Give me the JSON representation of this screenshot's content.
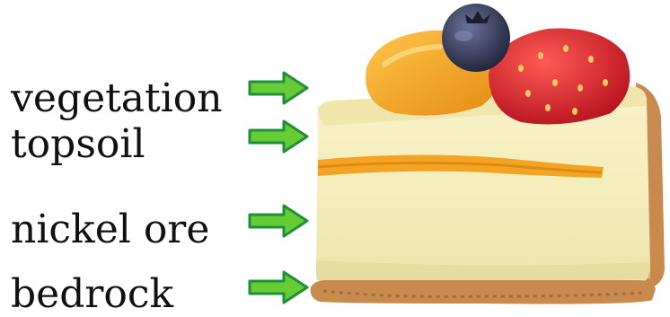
{
  "labels": {
    "vegetation": "vegetation",
    "topsoil": "topsoil",
    "nickel_ore": "nickel ore",
    "bedrock": "bedrock"
  },
  "colors": {
    "arrow_fill": "#66CC33",
    "arrow_stroke": "#1F8F3A",
    "cream": "#F4EDBC",
    "cream_shadow": "#E2D79A",
    "apricot": "#F3A424",
    "strawberry": "#E2262E",
    "blueberry": "#2E3554",
    "crust": "#C98A4E"
  },
  "icons": {
    "arrow": "right-arrow-icon",
    "image": "cheesecake-slice-image"
  }
}
